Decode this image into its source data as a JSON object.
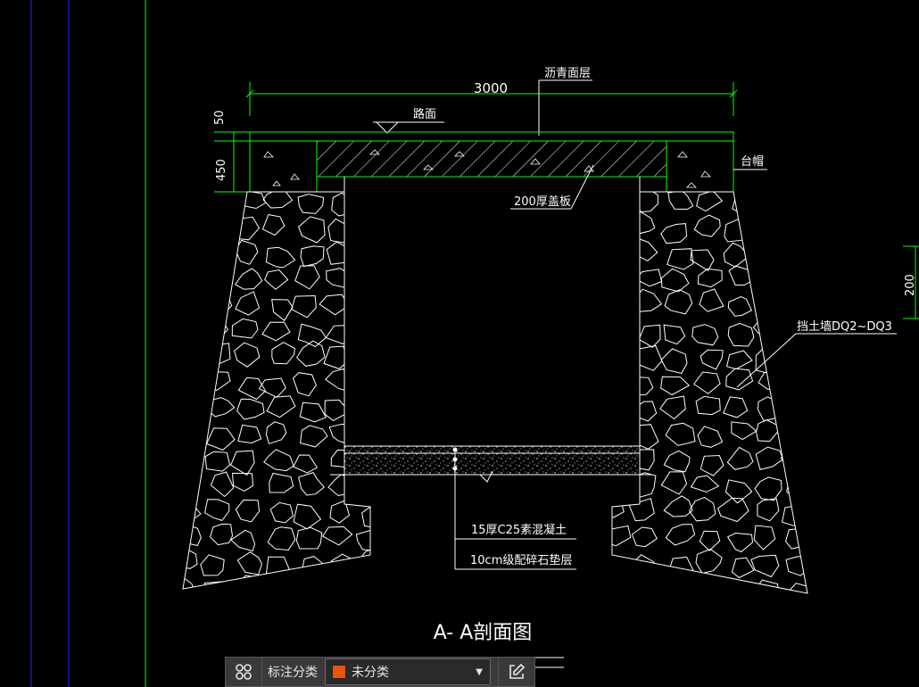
{
  "drawing": {
    "dim_width": "3000",
    "dim_top_thickness": "50",
    "dim_slab_thickness": "450",
    "dim_right": "200",
    "label_asphalt": "沥青面层",
    "label_road": "路面",
    "label_cap": "台帽",
    "label_cover": "200厚盖板",
    "label_retaining_wall": "挡土墙DQ2~DQ3",
    "label_concrete": "15厚C25素混凝土",
    "label_gravel": "10cm级配碎石垫层",
    "title": "A- A剖面图"
  },
  "toolbar": {
    "grid_icon": "grid-icon",
    "label": "标注分类",
    "select_value": "未分类",
    "select_color": "#e8560c",
    "edit_icon": "edit-icon"
  },
  "colors": {
    "background": "#000000",
    "line_white": "#ffffff",
    "line_green": "#00ff00",
    "line_blue": "#2a2aff"
  }
}
